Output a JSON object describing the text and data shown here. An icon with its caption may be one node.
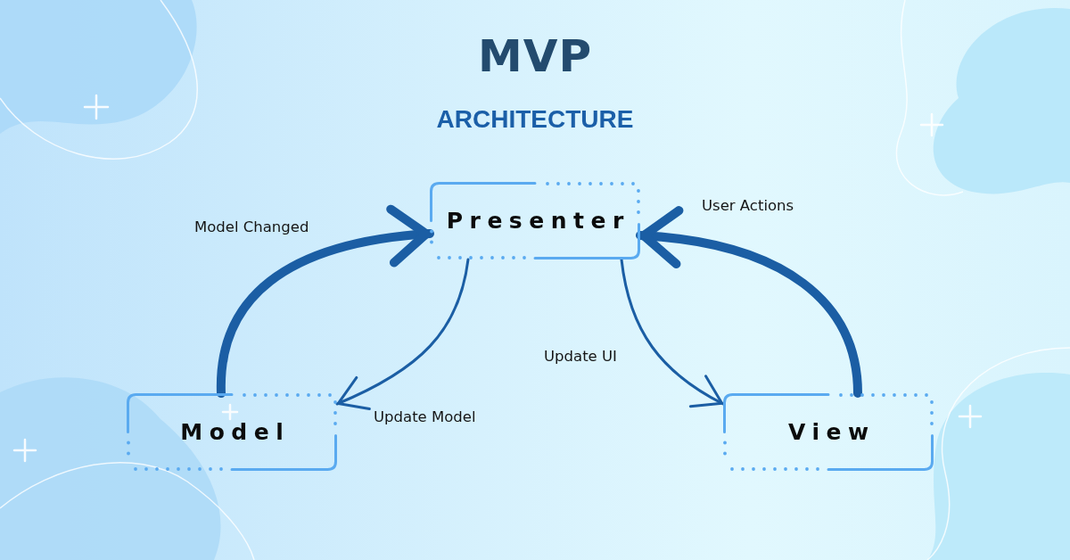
{
  "diagram": {
    "title": "MVP",
    "nodes": [
      {
        "text": [
          "Presenter"
        ]
      },
      {
        "text": [
          "Model"
        ]
      },
      {
        "text": [
          "View"
        ]
      }
    ],
    "edges": [
      {
        "from": 1,
        "to": 0,
        "arrow": "to",
        "label": "Model Changed",
        "style": "thick"
      },
      {
        "from": 2,
        "to": 0,
        "arrow": "to",
        "label": "User Actions",
        "style": "thick"
      },
      {
        "from": 0,
        "to": 2,
        "arrow": "to",
        "label": "Update UI"
      },
      {
        "from": 0,
        "to": 1,
        "arrow": "to",
        "label": "Update Model"
      }
    ],
    "labels": [
      "ARCHITECTURE"
    ]
  }
}
